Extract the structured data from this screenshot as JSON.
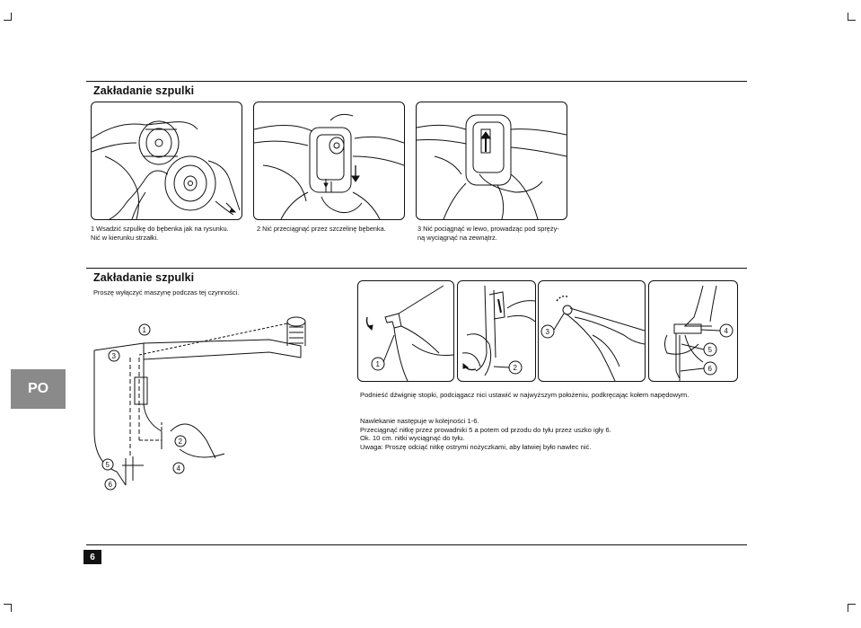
{
  "section1": {
    "title": "Zakładanie szpulki",
    "captions": [
      "1 Wsadzić szpulkę do bębenka jak na rysunku.\nNić w kierunku strzałki.",
      "2 Nić przeciągnąć przez szczelinę bębenka.",
      "3 Nić pociągnąć w lewo, prowadząc pod spręży-\nną wyciągnąć na zewnątrz."
    ]
  },
  "section2": {
    "title": "Zakładanie szpulki",
    "intro": "Proszę wyłączyć maszynę podczas tej czynności.",
    "step_text": "Podnieść dźwignię stopki, podciągacz nici ustawić w najwyższym położeniu, podkręcając kołem napędowym.",
    "lines": [
      "Nawlekanie następuje w kolejności 1-6.",
      "Przeciągnąć nitkę przez prowadniki 5 a potem od przodu do tyłu przez uszko igły 6.",
      "Ok. 10 cm. nitki wyciągnąć do tyłu.",
      "Uwaga: Proszę odciąć nitkę ostrymi nożyczkami, aby łatwiej było nawlec nić."
    ],
    "callouts": [
      "1",
      "2",
      "3",
      "4",
      "5",
      "6"
    ]
  },
  "side_tab": "PO",
  "page_number": "6"
}
